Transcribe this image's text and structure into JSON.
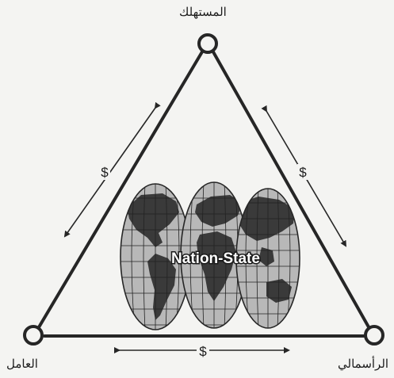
{
  "nodes": {
    "consumer": "المستهلك",
    "worker": "العامل",
    "capitalist": "الرأسمالي"
  },
  "center_label": "Nation-State",
  "edge_labels": {
    "left": "$",
    "right": "$",
    "bottom": "$"
  },
  "colors": {
    "line": "#262626",
    "globe_ocean": "#b8b8b8",
    "globe_land": "#3a3a3a",
    "background": "#f4f4f2"
  }
}
